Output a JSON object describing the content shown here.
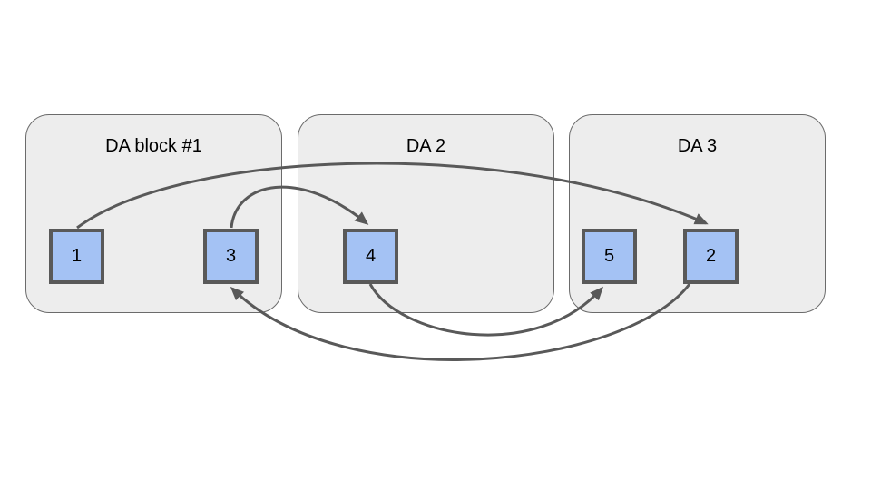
{
  "diagram": {
    "blocks": [
      {
        "id": "da-block-1",
        "title": "DA block #1",
        "nodes": [
          {
            "label": "1"
          },
          {
            "label": "3"
          }
        ]
      },
      {
        "id": "da-2",
        "title": "DA 2",
        "nodes": [
          {
            "label": "4"
          }
        ]
      },
      {
        "id": "da-3",
        "title": "DA 3",
        "nodes": [
          {
            "label": "5"
          },
          {
            "label": "2"
          }
        ]
      }
    ],
    "edges": [
      {
        "from": "1",
        "to": "2"
      },
      {
        "from": "3",
        "to": "4"
      },
      {
        "from": "4",
        "to": "5"
      },
      {
        "from": "2",
        "to": "3"
      }
    ],
    "colors": {
      "background": "#ffffff",
      "block_fill": "#ededed",
      "block_border": "#6b6b6b",
      "node_fill": "#a4c2f4",
      "node_border": "#595959",
      "arrow": "#595959",
      "text": "#000000"
    }
  }
}
